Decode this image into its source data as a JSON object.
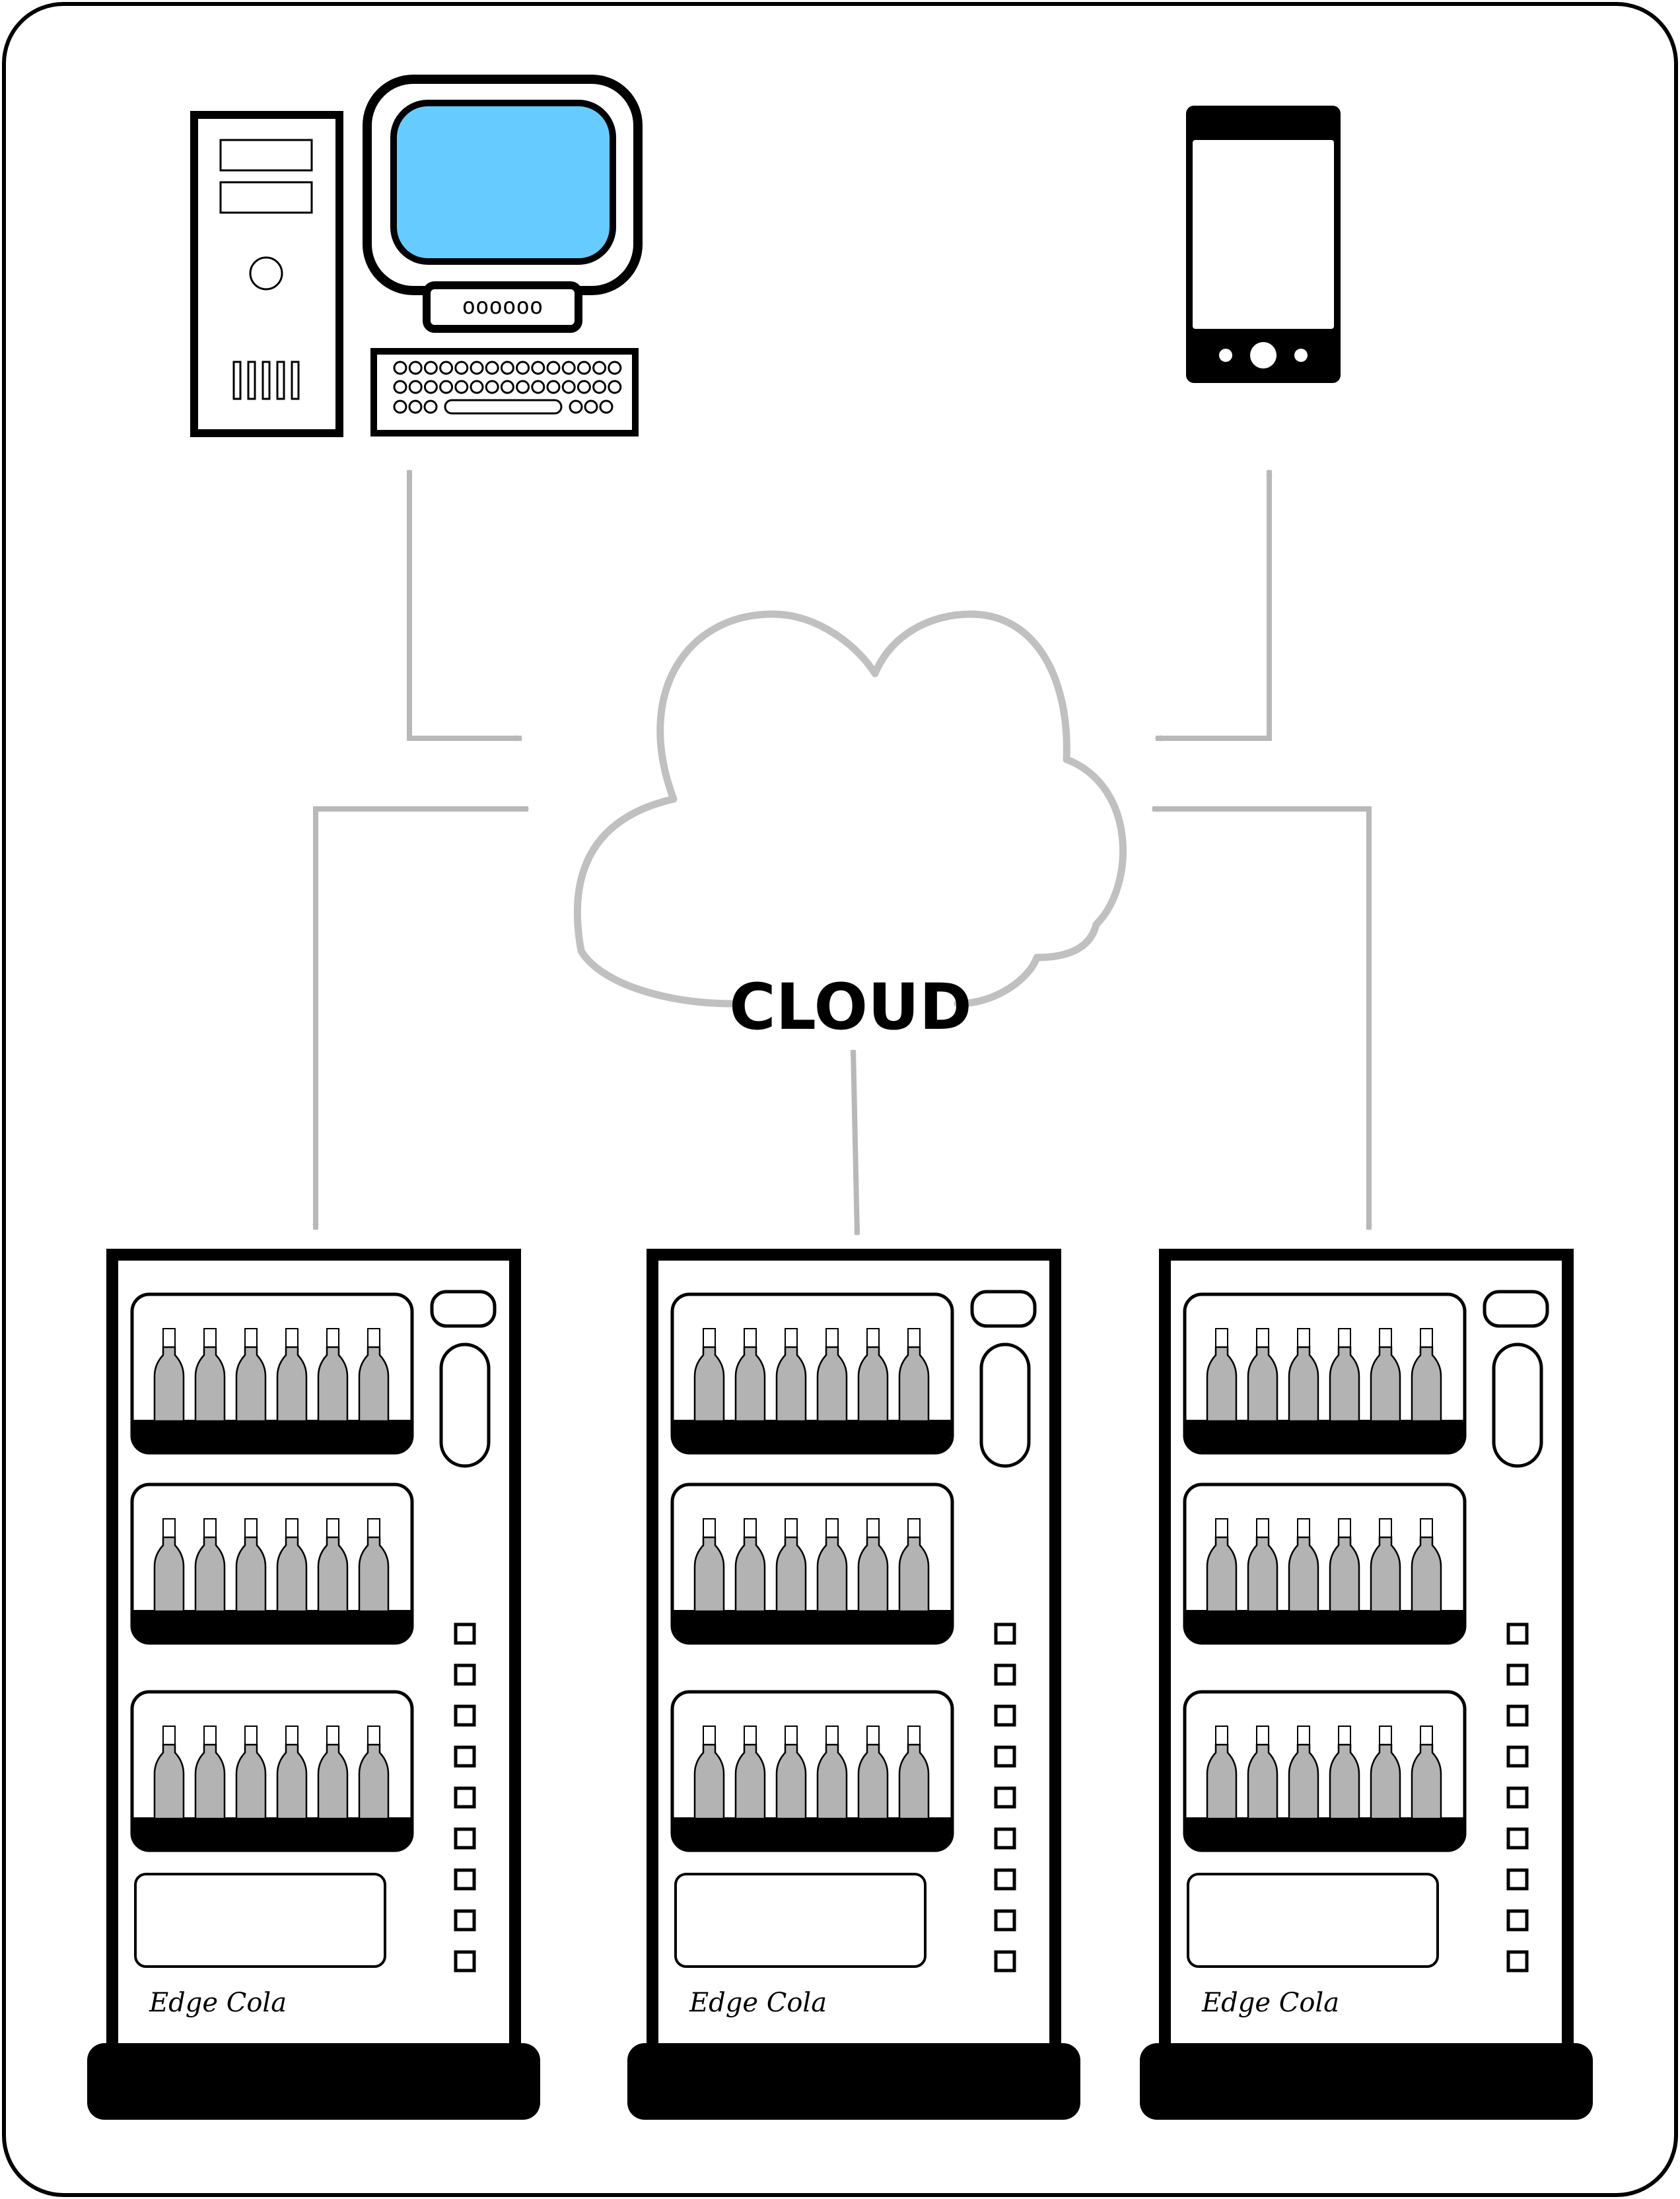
{
  "cloud": {
    "label": "CLOUD",
    "stroke_color": "#c0c0c0"
  },
  "arrow_color": "#b8b8b8",
  "desktop": {
    "screen_color": "#66ccff",
    "monitor_badge": "oooooo"
  },
  "smartphone": {
    "icon": "smartphone-icon"
  },
  "vending_machines": [
    {
      "brand": "Edge Cola",
      "icon": "vending-machine-icon"
    },
    {
      "brand": "Edge Cola",
      "icon": "vending-machine-icon"
    },
    {
      "brand": "Edge Cola",
      "icon": "vending-machine-icon"
    }
  ],
  "bottle_color": "#b3b3b3"
}
